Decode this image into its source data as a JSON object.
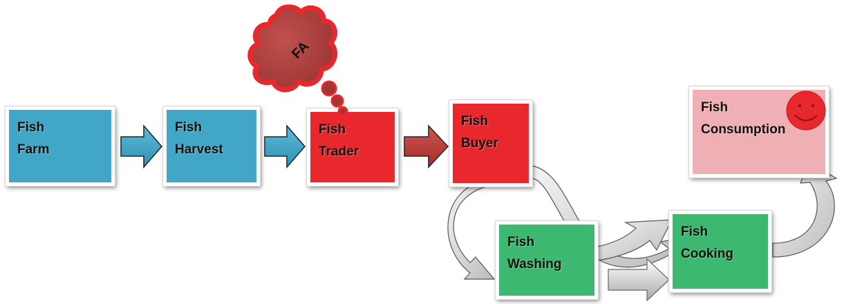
{
  "nodes": {
    "farm": {
      "label": "Fish\nFarm"
    },
    "harvest": {
      "label": "Fish\nHarvest"
    },
    "trader": {
      "label": "Fish\nTrader"
    },
    "buyer": {
      "label": "Fish\nBuyer"
    },
    "washing": {
      "label": "Fish\nWashing"
    },
    "cooking": {
      "label": "Fish\nCooking"
    },
    "consumption": {
      "label": "Fish\nConsumption"
    }
  },
  "cloud": {
    "label": "FA"
  },
  "colors": {
    "farm_stage": "#42a7c6",
    "trade_stage": "#e8282c",
    "prep_stage": "#3db870",
    "consumption_stage": "#eeb0b4",
    "cloud": "#e8282c",
    "smiley": "#e8282c"
  }
}
